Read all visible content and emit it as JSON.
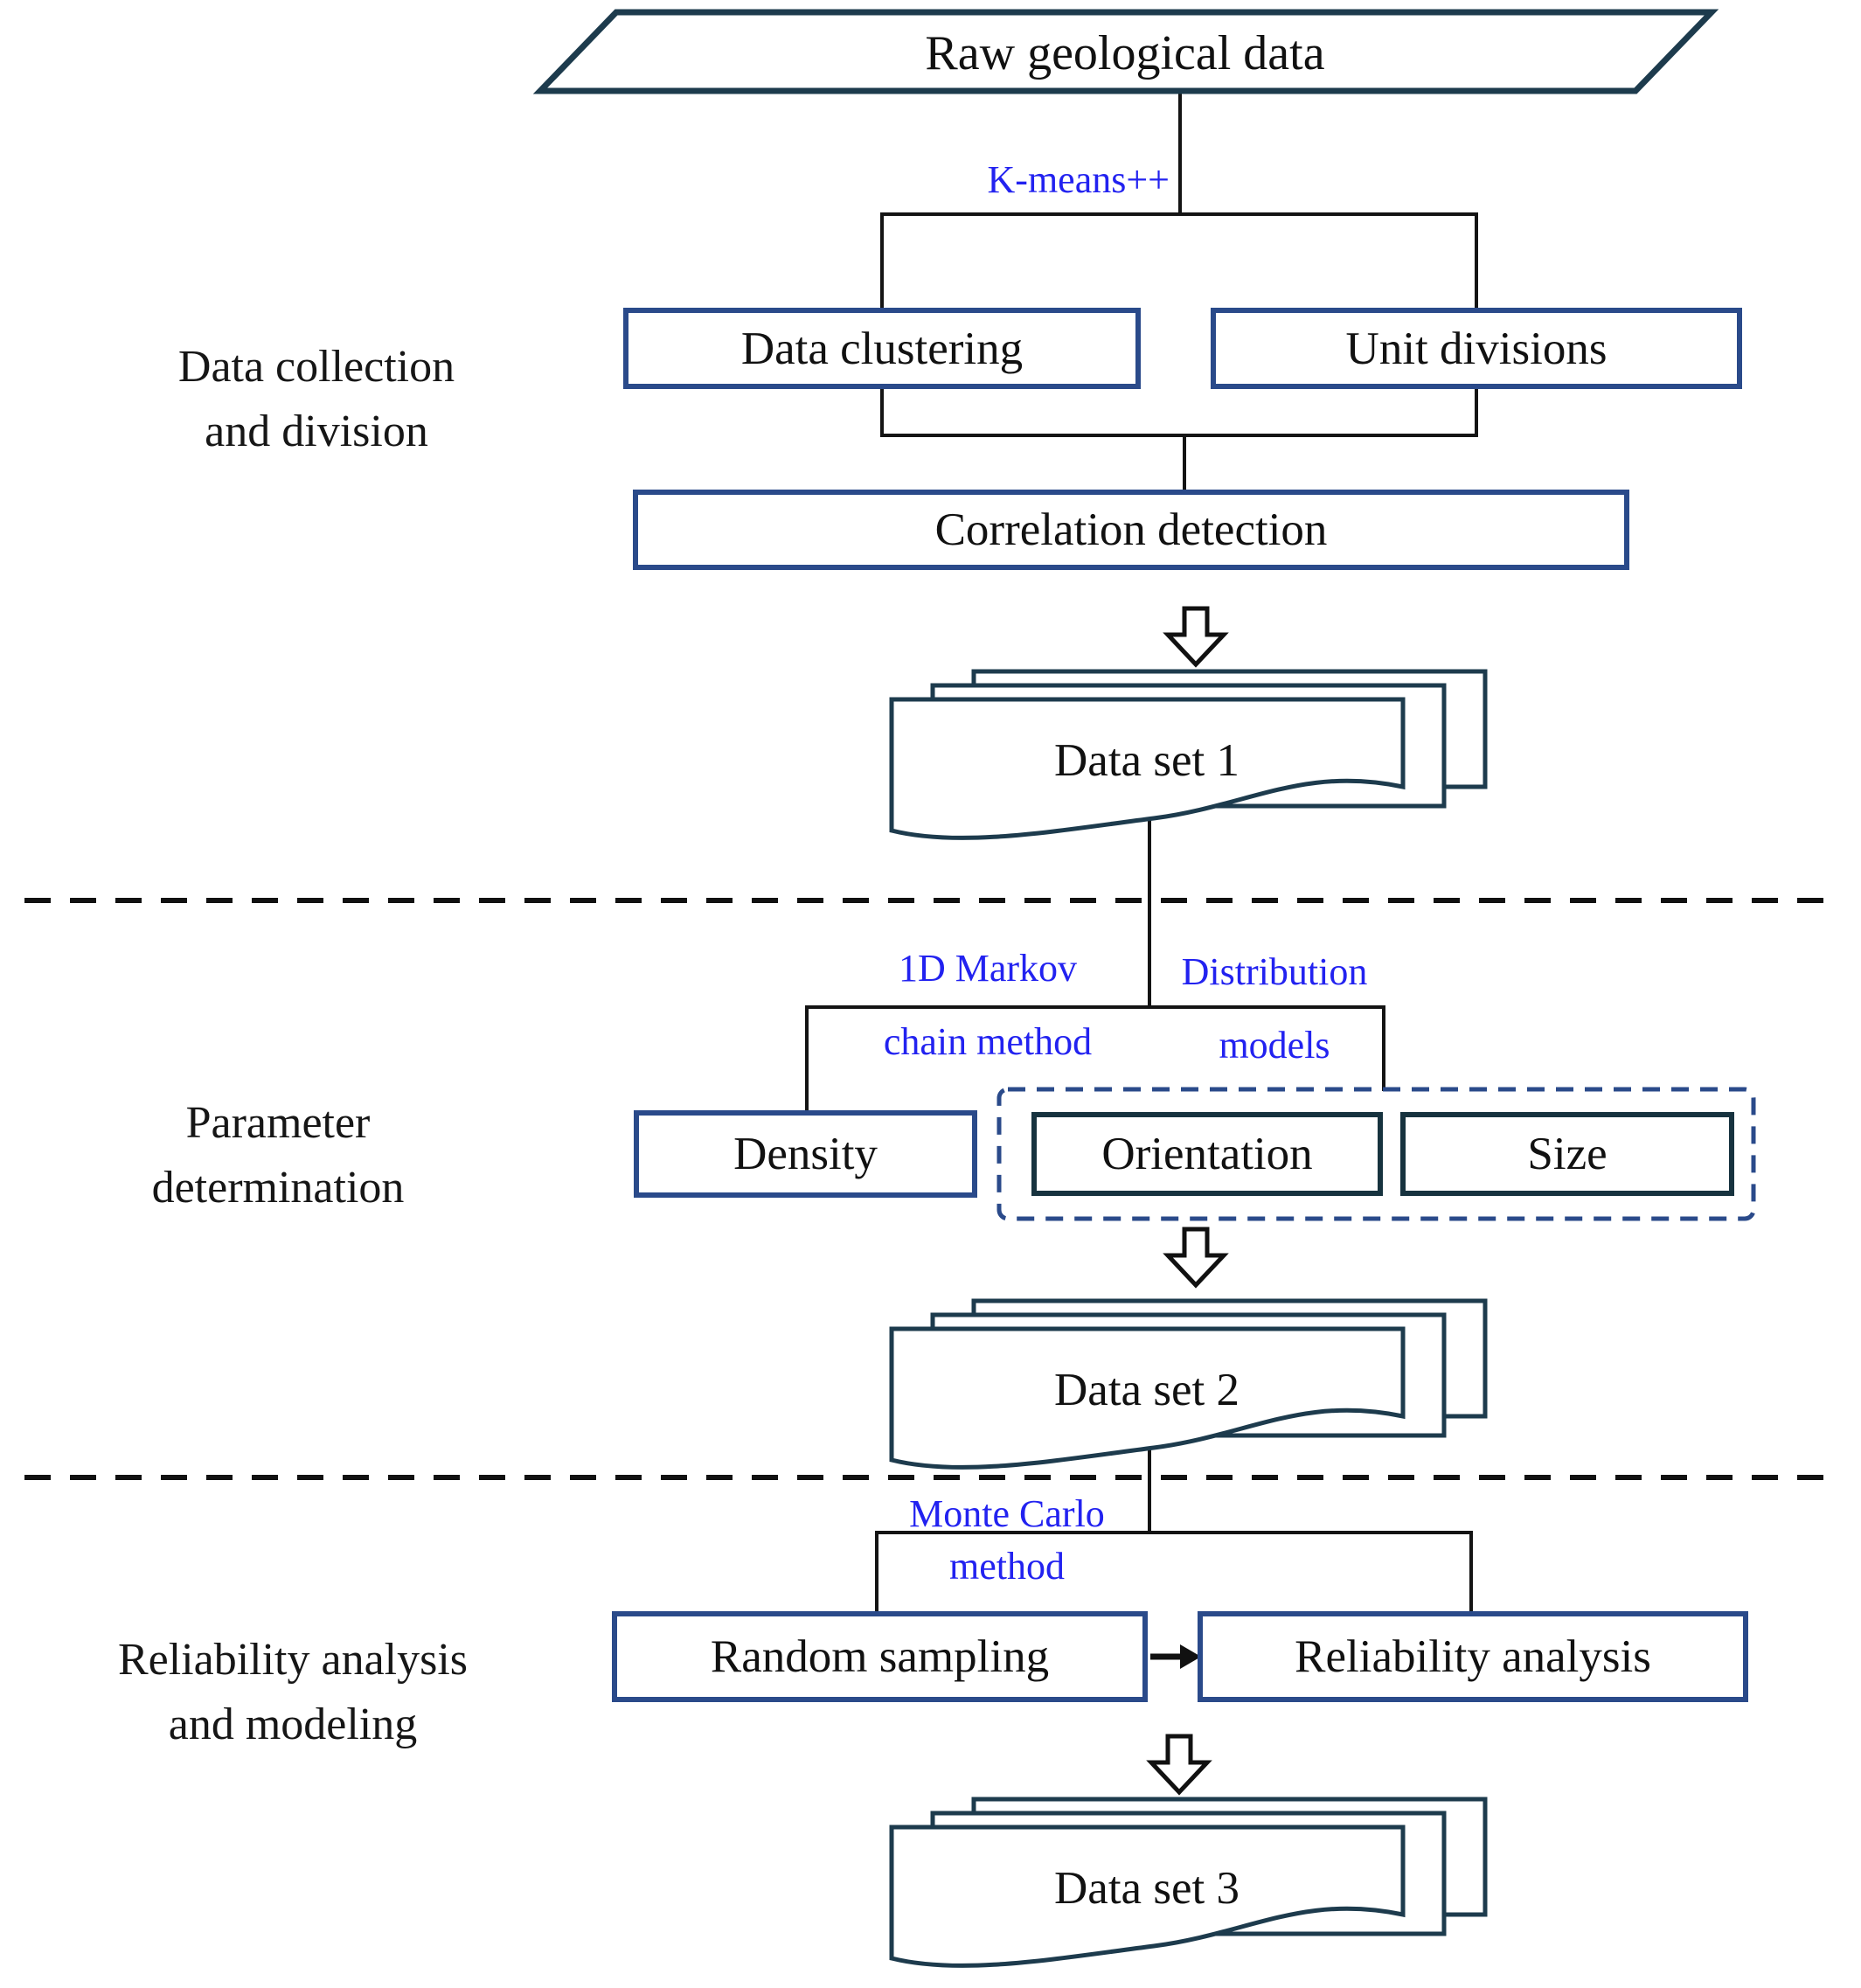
{
  "title": "Flowchart: geological data reliability analysis workflow",
  "colors": {
    "ink": "#141414",
    "navy": "#2a4a8a",
    "slate": "#1d3b4d",
    "slate_dark": "#17333f",
    "blue": "#2222f0",
    "divider": "#111111"
  },
  "section_labels": [
    {
      "line1": "Data collection",
      "line2": "and division"
    },
    {
      "line1": "Parameter",
      "line2": "determination"
    },
    {
      "line1": "Reliability analysis",
      "line2": "and modeling"
    }
  ],
  "nodes": {
    "raw_data": "Raw geological data",
    "data_clustering": "Data clustering",
    "unit_divisions": "Unit divisions",
    "correlation_detection": "Correlation detection",
    "data_set_1": "Data set 1",
    "density": "Density",
    "orientation": "Orientation",
    "size": "Size",
    "data_set_2": "Data set 2",
    "random_sampling": "Random sampling",
    "reliability_analysis": "Reliability analysis",
    "data_set_3": "Data set 3"
  },
  "method_labels": {
    "kmeans": "K-means++",
    "markov": {
      "line1": "1D Markov",
      "line2": "chain method"
    },
    "distribution": {
      "line1": "Distribution",
      "line2": "models"
    },
    "monte_carlo": {
      "line1": "Monte Carlo",
      "line2": "method"
    }
  },
  "icons": {
    "down_block_arrow": "hollow block arrow pointing down",
    "flow_arrow": "solid right arrow between boxes"
  }
}
